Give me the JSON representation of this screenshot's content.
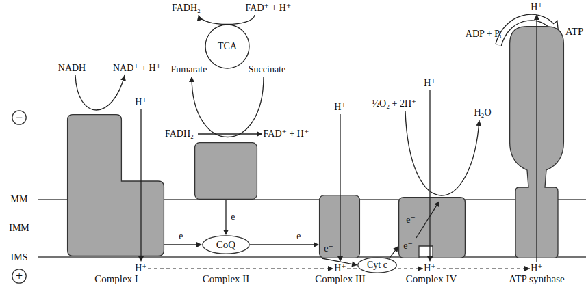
{
  "diagram": {
    "nodes": [
      {
        "text": [
          "−"
        ]
      },
      {
        "text": [
          "Complex I"
        ]
      },
      {
        "text": [
          "Complex II"
        ]
      },
      {
        "text": [
          "CoQ"
        ]
      },
      {
        "text": [
          "Complex III"
        ]
      },
      {
        "text": [
          "Cyt c"
        ]
      },
      {
        "text": [
          "Complex IV"
        ]
      },
      {
        "text": [
          "ATP synthase"
        ]
      },
      {
        "text": [
          "+"
        ]
      }
    ],
    "edges": [
      {
        "from": 1,
        "to": 3,
        "arrow": "to",
        "label": "e⁻"
      },
      {
        "from": 2,
        "to": 3,
        "arrow": "to",
        "label": "e⁻"
      },
      {
        "from": 3,
        "to": 4,
        "arrow": "to",
        "label": "e⁻"
      },
      {
        "from": 4,
        "to": 5,
        "arrow": "to",
        "label": "e⁻"
      },
      {
        "from": 5,
        "to": 6,
        "arrow": "to",
        "label": "e⁻"
      }
    ],
    "labels": [
      "FADH₂",
      "FAD⁺ + H⁺",
      "H⁺",
      "ADP + Pᵢ",
      "ATP",
      "TCA",
      "NADH",
      "NAD⁺ + H⁺",
      "Fumarate",
      "Succinate",
      "H⁺",
      "H⁺",
      "½O₂ + 2H⁺",
      "H⁺",
      "H₂O",
      "FADH₂",
      "FAD⁺ + H⁺",
      "MM",
      "e⁻",
      "IMM",
      "IMS",
      "H⁺",
      "H⁺",
      "H⁺",
      "H⁺"
    ]
  }
}
